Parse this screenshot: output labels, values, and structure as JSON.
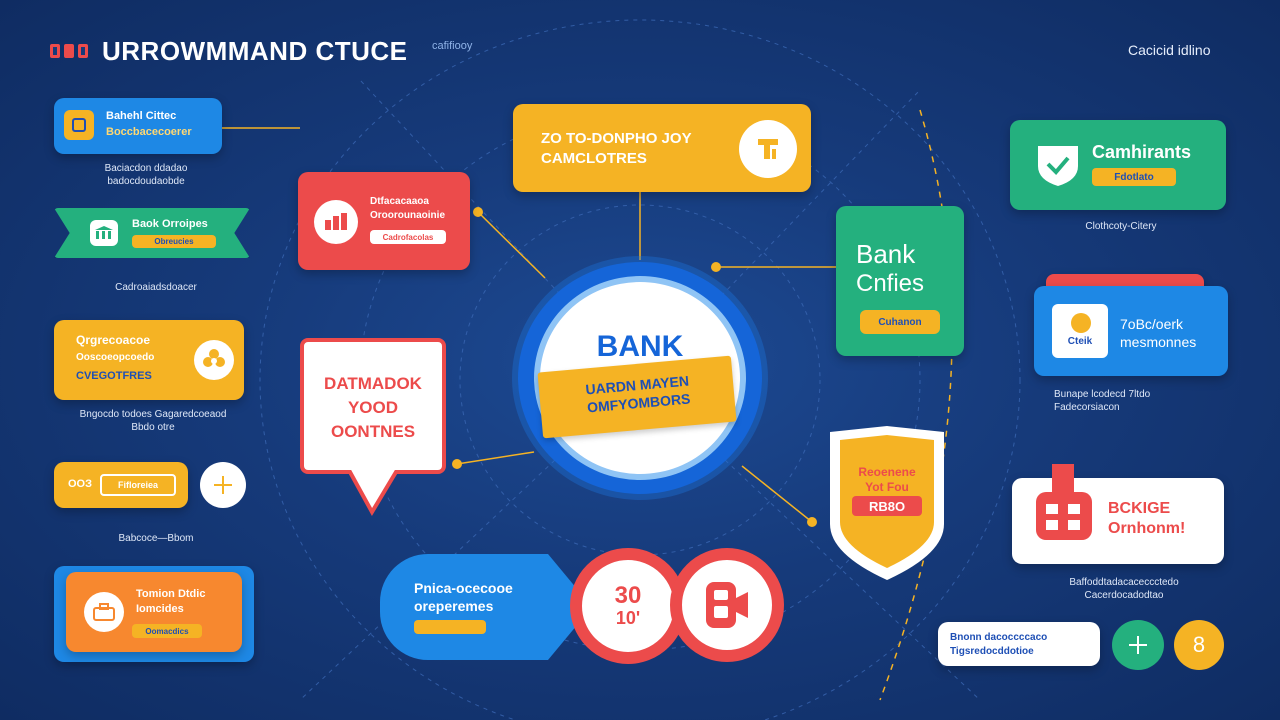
{
  "header": {
    "title": "URROWMMAND CTUCE",
    "subtitle": "cafifiooy",
    "right_label": "Cacicid idlino"
  },
  "center": {
    "title": "BANK",
    "banner": "UARDN MAYEN OMFYOMBORS"
  },
  "left_column": [
    {
      "title": "Bahehl Cittec",
      "subtitle": "Boccbacecoerer",
      "caption": "Baciacdon ddadao badocdoudaobde"
    },
    {
      "title": "Baok Orroipes",
      "badge": "Obreucies",
      "caption": "Cadroaiadsdoacer"
    },
    {
      "title": "Qrgrecoacoe",
      "subtitle": "Ooscoeopcoedo",
      "subtitle2": "CVEGOTFRES",
      "caption": "Bngocdo todoes Gagaredcoeaod Bbdo otre"
    },
    {
      "title": "ООЗ",
      "badge": "Fifloreiea",
      "caption": "Babcoce—Bbom"
    },
    {
      "title": "Tomion Dtdic",
      "subtitle": "Iomcides",
      "badge": "Oomacdics"
    }
  ],
  "inner_left": [
    {
      "title": "Dtfacacaaoa",
      "subtitle": "Oroorounaoinie",
      "badge": "Cadrofacolas"
    },
    {
      "lines": [
        "DATMADOK",
        "YOOD",
        "OONTNES"
      ]
    }
  ],
  "top_card": {
    "lines": [
      "ZO TO-DONPHO JOY",
      "CAMCLOTRES"
    ]
  },
  "bank_offices": {
    "title_1": "Bank",
    "title_2": "Cnfies",
    "badge": "Cuhanon"
  },
  "shield_card": {
    "lines": [
      "Reoenene",
      "Yot Fou"
    ],
    "badge": "RB8O"
  },
  "bottom_center": {
    "lines": [
      "Pnica-ocecooe",
      "oreperemes"
    ],
    "number": "30",
    "number_sub": "10'"
  },
  "right_column": [
    {
      "title": "Camhirants",
      "badge": "Fdotlato",
      "caption": "Clothcoty-Citery"
    },
    {
      "title": "7oBc/oerk",
      "subtitle": "mesmonnes",
      "logo": "Cteik",
      "caption": "Bunape lcodecd 7ltdo Fadecorsiacon"
    },
    {
      "title": "BCKIGE",
      "subtitle": "Ornhonm!",
      "caption": "Baffoddtadacaceccctedo Cacerdocadodtao"
    },
    {
      "title": "Bnonn dacoccccaco",
      "subtitle": "Tigsredocddotioe",
      "button_number": "8"
    }
  ],
  "colors": {
    "background": "#163a7a",
    "blue": "#1e88e5",
    "green": "#24b07e",
    "yellow": "#f5b324",
    "orange": "#f7882f",
    "red": "#ec4b4b",
    "white": "#ffffff"
  }
}
